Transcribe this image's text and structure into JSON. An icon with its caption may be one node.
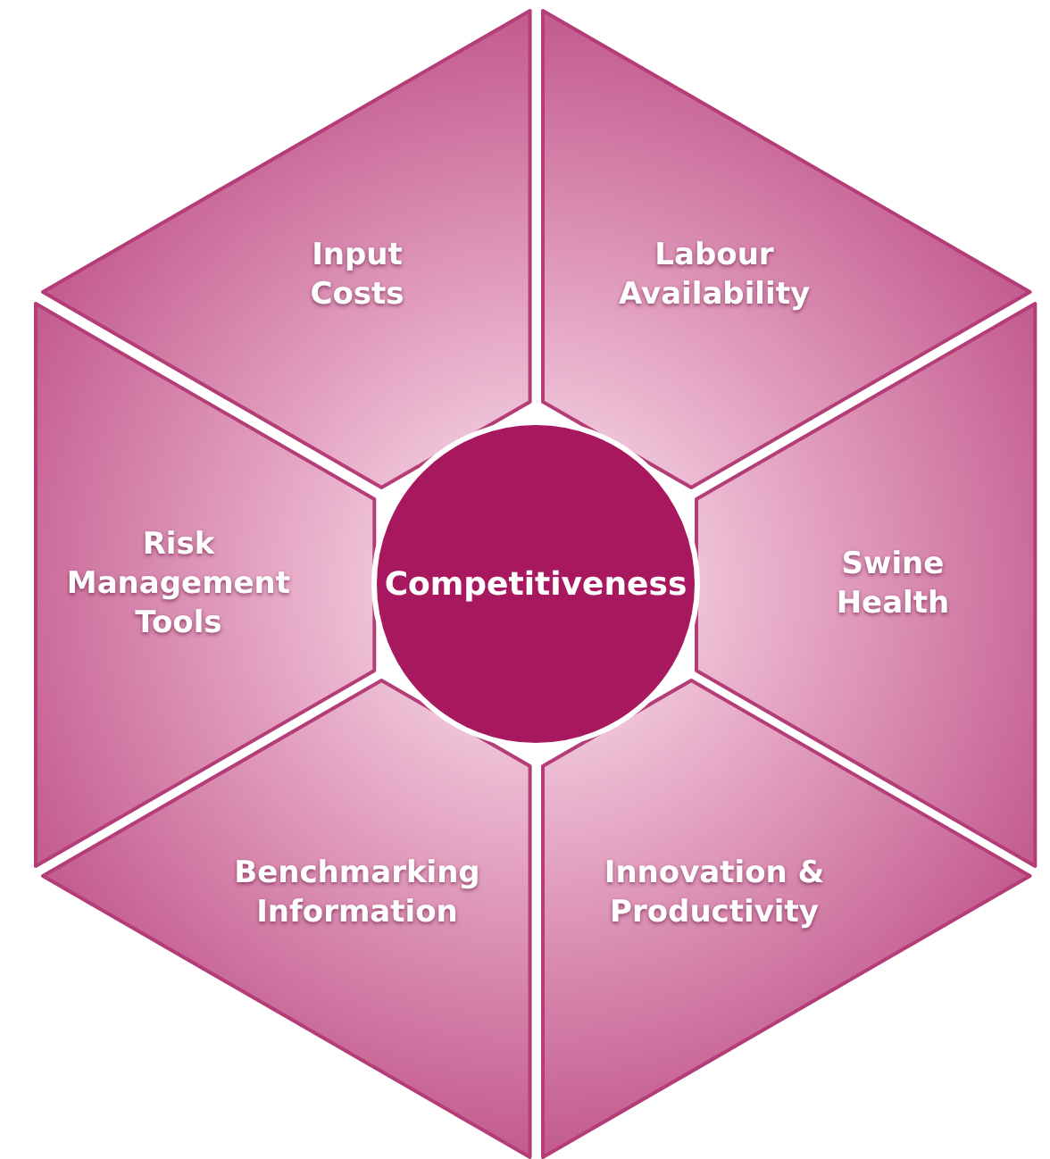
{
  "diagram": {
    "nodes": [
      {
        "text": [
          "Input Costs"
        ]
      },
      {
        "text": [
          "Labour Availability"
        ]
      },
      {
        "text": [
          "Risk Management Tools"
        ]
      },
      {
        "text": [
          "Competitiveness"
        ]
      },
      {
        "text": [
          "Swine Health"
        ]
      },
      {
        "text": [
          "Benchmarking Information"
        ]
      },
      {
        "text": [
          "Innovation & Productivity"
        ]
      }
    ]
  }
}
